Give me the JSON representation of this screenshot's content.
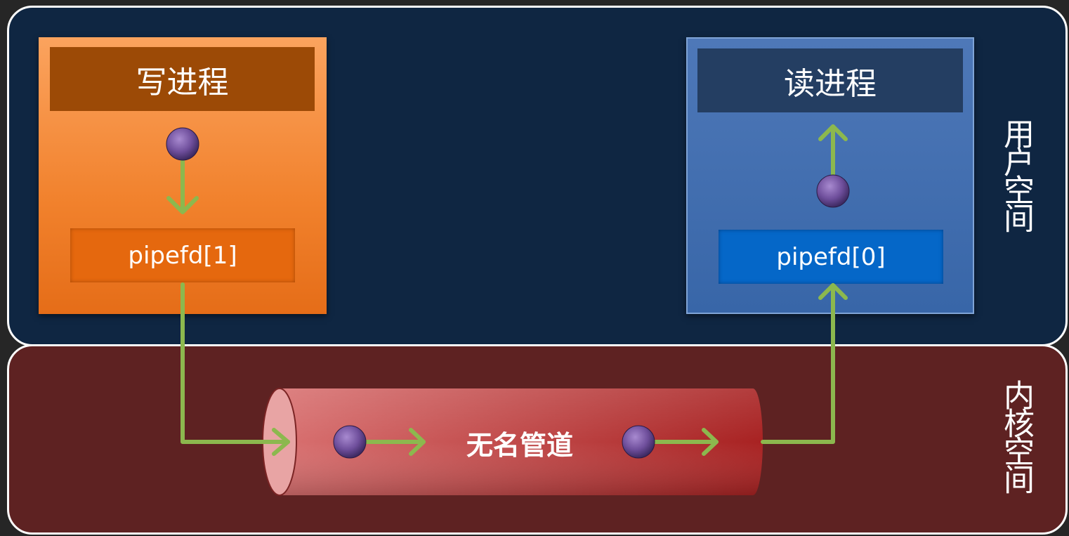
{
  "user_space": {
    "label": "用户空间"
  },
  "kernel_space": {
    "label": "内核空间"
  },
  "writer": {
    "title": "写进程",
    "fd": "pipefd[1]"
  },
  "reader": {
    "title": "读进程",
    "fd": "pipefd[0]"
  },
  "pipe": {
    "label": "无名管道"
  },
  "colors": {
    "arrow": "#8cb84e",
    "data_ball": "#7b5ba8",
    "pipe": "#c84545"
  }
}
